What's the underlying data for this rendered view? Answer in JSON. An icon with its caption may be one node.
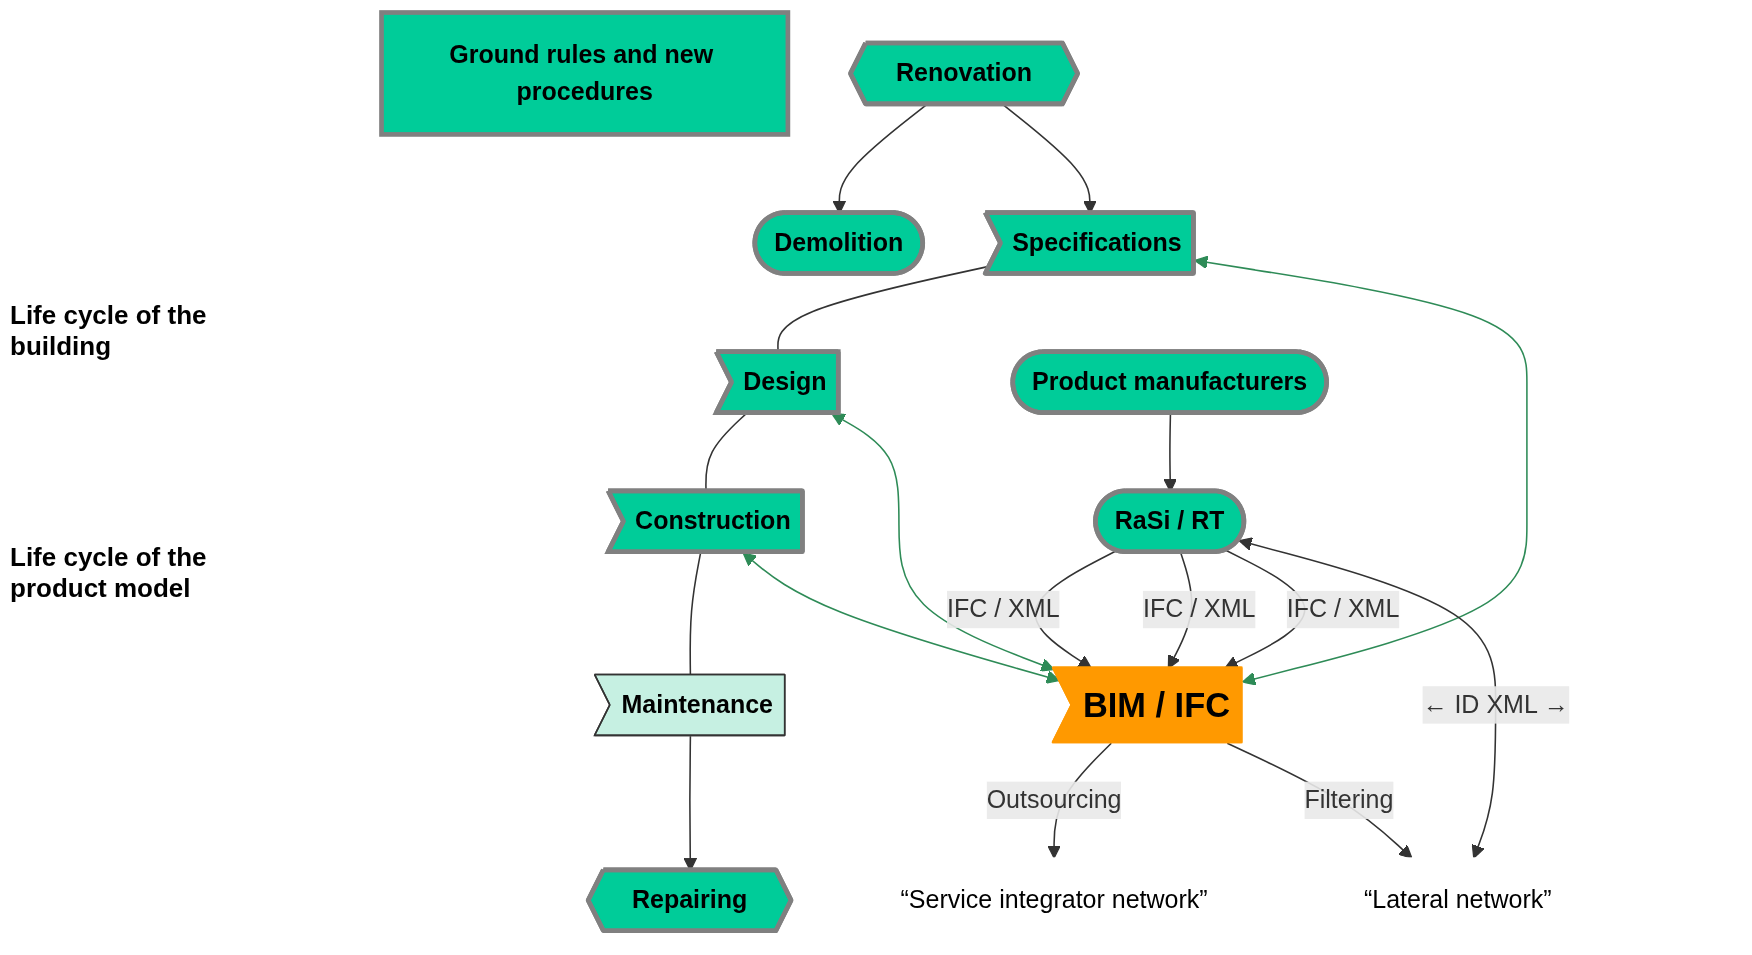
{
  "diagram": {
    "nodes": [
      {
        "text": [
          "Ground rules and new procedures"
        ]
      },
      {
        "text": [
          "Demolition"
        ]
      },
      {
        "text": [
          "Renovation"
        ]
      },
      {
        "text": [
          "Repairing"
        ]
      },
      {
        "text": [
          "Specifications"
        ]
      },
      {
        "text": [
          "Design"
        ]
      },
      {
        "text": [
          "Construction"
        ]
      },
      {
        "text": [
          "Maintenance"
        ]
      },
      {
        "text": [
          "BIM / IFC"
        ]
      },
      {
        "text": [
          "“Service integrator network”"
        ]
      },
      {
        "text": [
          "“Lateral network”"
        ]
      },
      {
        "text": [
          "Product manufacturers"
        ]
      },
      {
        "text": [
          "RaSi / RT"
        ]
      }
    ],
    "edges": [
      {
        "from": 2,
        "to": 1,
        "arrow": "to"
      },
      {
        "from": 2,
        "to": 4,
        "arrow": "to"
      },
      {
        "from": 4,
        "to": 5,
        "arrow": "none"
      },
      {
        "from": 5,
        "to": 6,
        "arrow": "none"
      },
      {
        "from": 6,
        "to": 7,
        "arrow": "none"
      },
      {
        "from": 7,
        "to": 3,
        "arrow": "to"
      },
      {
        "from": 4,
        "to": 8,
        "arrow": "both",
        "color": "#2e8b57"
      },
      {
        "from": 5,
        "to": 8,
        "arrow": "both",
        "color": "#2e8b57"
      },
      {
        "from": 6,
        "to": 8,
        "arrow": "both",
        "color": "#2e8b57"
      },
      {
        "from": 8,
        "to": 9,
        "label": "Outsourcing",
        "arrow": "to"
      },
      {
        "from": 8,
        "to": 10,
        "label": "Filtering",
        "arrow": "to"
      },
      {
        "from": 11,
        "to": 12,
        "arrow": "to"
      },
      {
        "from": 12,
        "to": 8,
        "label": "IFC / XML",
        "arrow": "to"
      },
      {
        "from": 12,
        "to": 8,
        "label": "IFC / XML",
        "arrow": "to"
      },
      {
        "from": 12,
        "to": 8,
        "label": "IFC / XML",
        "arrow": "to"
      },
      {
        "from": 12,
        "to": 10,
        "label": "← ID XML →",
        "arrow": "both"
      }
    ],
    "labels": [
      "Life cycle of the building",
      "Life cycle of the product model"
    ]
  }
}
